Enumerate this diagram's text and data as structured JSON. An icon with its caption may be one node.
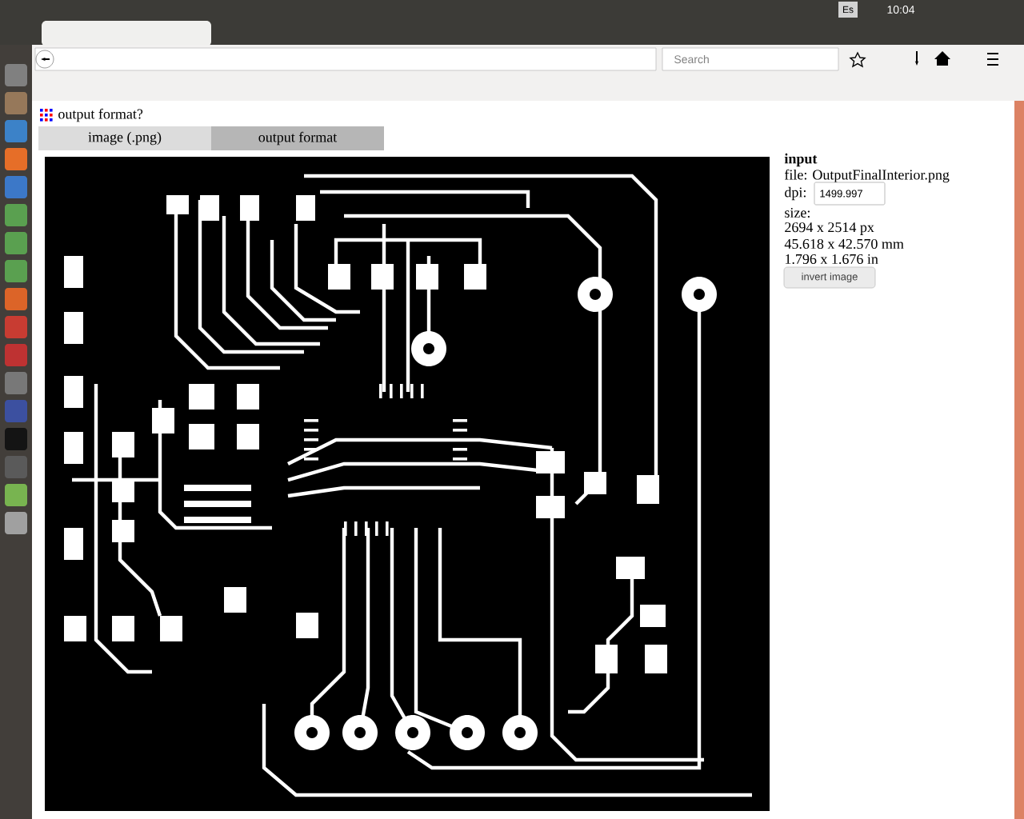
{
  "diagram": {
    "labels": [
      "Es",
      "10:04",
      "Search",
      "output format?",
      "image (.png)",
      "output format",
      "input",
      "file: OutputFinalInterior.png",
      "dpi:",
      "1499.997",
      "size:",
      "2694 x 2514 px",
      "45.618 x 42.570 mm",
      "1.796 x 1.676 in",
      "invert image"
    ]
  }
}
